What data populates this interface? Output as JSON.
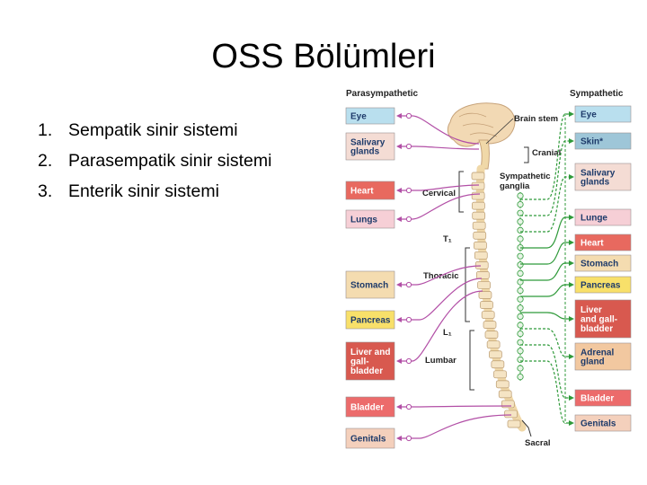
{
  "slide": {
    "title": "OSS Bölümleri",
    "items": [
      {
        "num": "1.",
        "text": "Sempatik sinir sistemi"
      },
      {
        "num": "2.",
        "text": "Parasempatik sinir sistemi"
      },
      {
        "num": "3.",
        "text": "Enterik sinir sistemi"
      }
    ]
  },
  "diagram": {
    "parasympathetic_label": "Parasympathetic",
    "sympathetic_label": "Sympathetic",
    "spine_labels": {
      "brain_stem": "Brain stem",
      "cranial": "Cranial",
      "sympathetic_ganglia_1": "Sympathetic",
      "sympathetic_ganglia_2": "ganglia",
      "cervical": "Cervical",
      "t1": "T₁",
      "thoracic": "Thoracic",
      "l1": "L₁",
      "lumbar": "Lumbar",
      "sacral": "Sacral"
    },
    "left_organs": [
      {
        "lines": [
          "Eye"
        ],
        "color": "#b9dfee"
      },
      {
        "lines": [
          "Salivary",
          "glands"
        ],
        "color": "#f4dcd4"
      },
      {
        "lines": [
          "Heart"
        ],
        "color": "#e8695f"
      },
      {
        "lines": [
          "Lungs"
        ],
        "color": "#f6cfd6"
      },
      {
        "lines": [
          "Stomach"
        ],
        "color": "#f4dcb0"
      },
      {
        "lines": [
          "Pancreas"
        ],
        "color": "#f8e06a"
      },
      {
        "lines": [
          "Liver and",
          "gall-",
          "bladder"
        ],
        "color": "#d8594f"
      },
      {
        "lines": [
          "Bladder"
        ],
        "color": "#ec6b6b"
      },
      {
        "lines": [
          "Genitals"
        ],
        "color": "#f4d0bc"
      }
    ],
    "right_organs": [
      {
        "lines": [
          "Eye"
        ],
        "color": "#b9dfee"
      },
      {
        "lines": [
          "Skin*"
        ],
        "color": "#9ec6d8"
      },
      {
        "lines": [
          "Salivary",
          "glands"
        ],
        "color": "#f4dcd4"
      },
      {
        "lines": [
          "Lunge"
        ],
        "color": "#f6cfd6"
      },
      {
        "lines": [
          "Heart"
        ],
        "color": "#e8695f"
      },
      {
        "lines": [
          "Stomach"
        ],
        "color": "#f4dcb0"
      },
      {
        "lines": [
          "Pancreas"
        ],
        "color": "#f8e06a"
      },
      {
        "lines": [
          "Liver",
          "and gall-",
          "bladder"
        ],
        "color": "#d8594f"
      },
      {
        "lines": [
          "Adrenal",
          "gland"
        ],
        "color": "#f2c8a0"
      },
      {
        "lines": [
          "Bladder"
        ],
        "color": "#ec6b6b"
      },
      {
        "lines": [
          "Genitals"
        ],
        "color": "#f4d0bc"
      }
    ],
    "colors": {
      "parasympathetic_nerve": "#b24fa6",
      "sympathetic_nerve": "#2f9a3a",
      "brain": "#f2d9b4",
      "spinal_cord": "#f0d8a8"
    }
  }
}
